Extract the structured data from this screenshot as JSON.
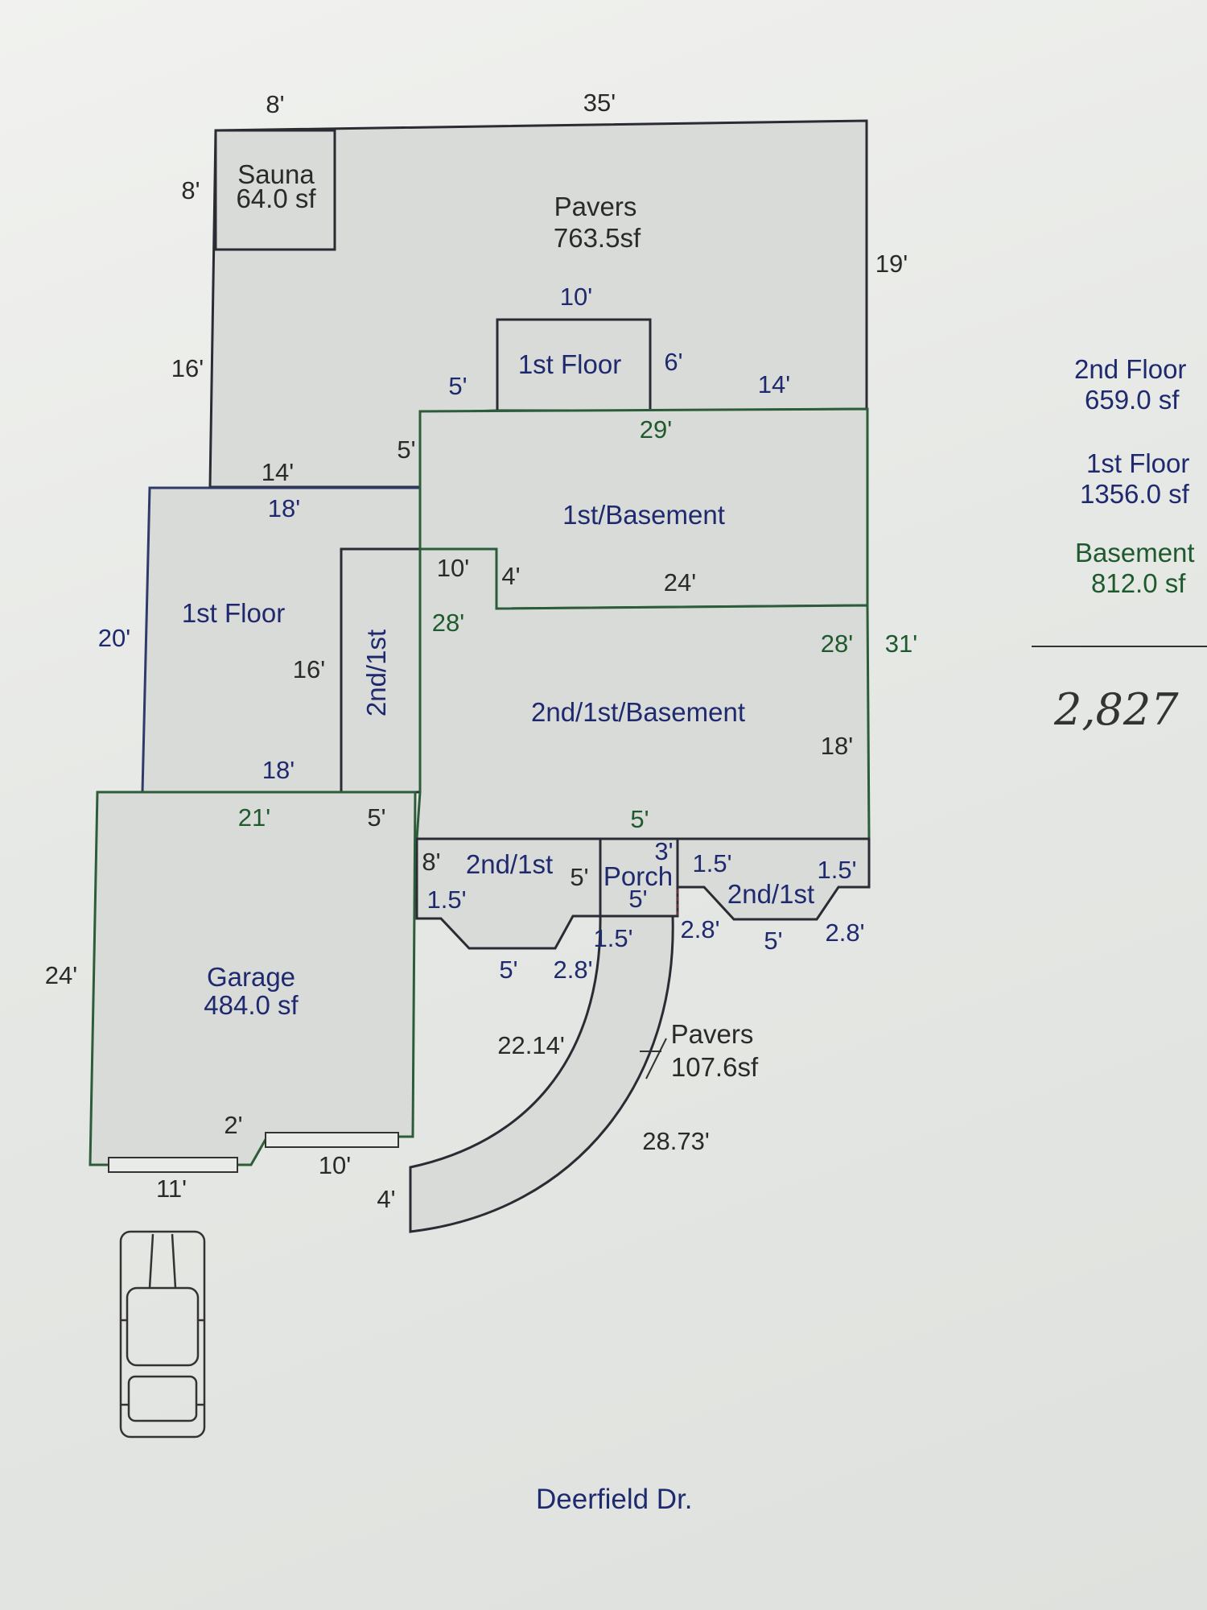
{
  "plan": {
    "sauna": {
      "name": "Sauna",
      "area": "64.0 sf"
    },
    "pavers_back": {
      "name": "Pavers",
      "area": "763.5sf"
    },
    "first_floor_small": "1st Floor",
    "first_basement": "1st/Basement",
    "first_floor_left": "1st Floor",
    "second_first_vertical": "2nd/1st",
    "second_first_basement": "2nd/1st/Basement",
    "second_first_front_left": "2nd/1st",
    "porch": "Porch",
    "second_first_front_right": "2nd/1st",
    "garage": {
      "name": "Garage",
      "area": "484.0 sf"
    },
    "pavers_front": {
      "name": "Pavers",
      "area": "107.6sf"
    },
    "dimensions": {
      "sauna_top": "8'",
      "top_35": "35'",
      "sauna_left": "8'",
      "right_19": "19'",
      "left_16": "16'",
      "nook_top_10": "10'",
      "nook_right_6": "6'",
      "five_a": "5'",
      "fourteen_a": "14'",
      "five_b": "5'",
      "twentynine": "29'",
      "fourteen_b": "14'",
      "eighteen_a": "18'",
      "ten_b": "10'",
      "four_a": "4'",
      "twentyfour_a": "24'",
      "twenty": "20'",
      "twentyeight_a": "28'",
      "twentyeight_b": "28'",
      "thirtyone": "31'",
      "sixteen_b": "16'",
      "eighteen_b": "18'",
      "eighteen_c": "18'",
      "twentyone": "21'",
      "five_c": "5'",
      "five_d": "5'",
      "eight_b": "8'",
      "five_e": "5'",
      "three": "3'",
      "one5_a": "1.5'",
      "one5_b": "1.5'",
      "one5_c": "1.5'",
      "five_f": "5'",
      "two8_a": "2.8'",
      "one5_d": "1.5'",
      "five_g": "5'",
      "two8_b": "2.8'",
      "five_h": "5'",
      "two8_c": "2.8'",
      "twentyfour_b": "24'",
      "twentytwo14": "22.14'",
      "twentyeight73": "28.73'",
      "two": "2'",
      "ten_c": "10'",
      "eleven": "11'",
      "four_b": "4'"
    }
  },
  "summary": {
    "second_floor": {
      "label": "2nd Floor",
      "area": "659.0 sf",
      "color": "#1f2a6e"
    },
    "first_floor": {
      "label": "1st Floor",
      "area": "1356.0 sf",
      "color": "#1f2a6e"
    },
    "basement": {
      "label": "Basement",
      "area": "812.0 sf",
      "color": "#1f5a2e"
    },
    "total_handwritten": "2,827"
  },
  "street": "Deerfield Dr.",
  "icons": [
    "car-icon"
  ]
}
